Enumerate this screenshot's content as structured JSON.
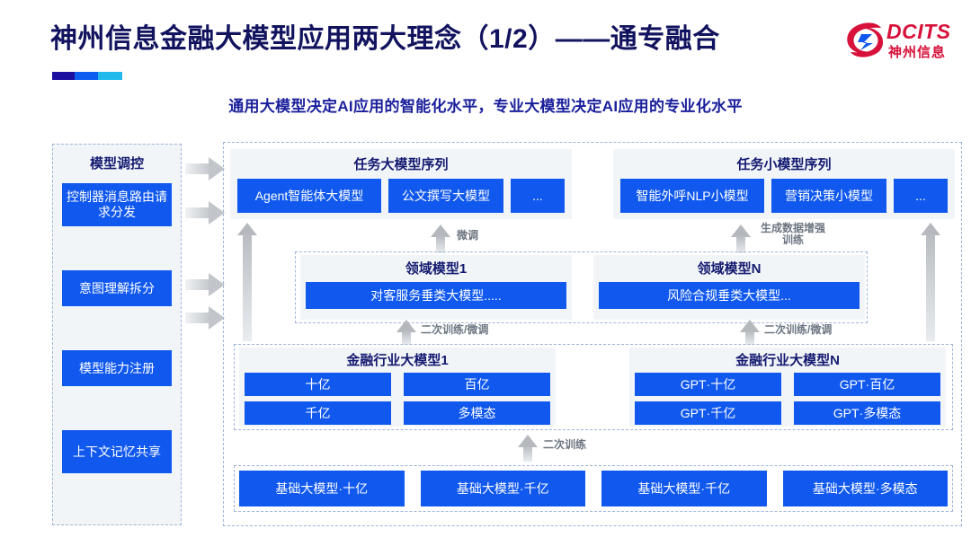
{
  "header": {
    "title": "神州信息金融大模型应用两大理念（1/2）——通专融合",
    "subtitle": "通用大模型决定AI应用的智能化水平，专业大模型决定AI应用的专业化水平",
    "accent_colors": [
      "#1a0f9e",
      "#0d5ef0",
      "#22b9ec"
    ]
  },
  "logo": {
    "en": "DCITS",
    "cn": "神州信息",
    "color": "#d7113a"
  },
  "colors": {
    "box_blue": "#1159ee",
    "title_navy": "#141a70",
    "panel_grey": "#f2f5f8",
    "dashed_border": "#9fb4d8",
    "arrow_grey": "#b5b9be"
  },
  "sidebar": {
    "title": "模型调控",
    "items": [
      {
        "label": "控制器消息路由请求分发"
      },
      {
        "label": "意图理解拆分"
      },
      {
        "label": "模型能力注册"
      },
      {
        "label": "上下文记忆共享"
      }
    ]
  },
  "task_sequences": [
    {
      "title": "任务大模型序列",
      "boxes": [
        "Agent智能体大模型",
        "公文撰写大模型",
        "..."
      ]
    },
    {
      "title": "任务小模型序列",
      "boxes": [
        "智能外呼NLP小模型",
        "营销决策小模型",
        "..."
      ]
    }
  ],
  "domain_models": [
    {
      "title": "领域模型1",
      "box": "对客服务垂类大模型....."
    },
    {
      "title": "领域模型N",
      "box": "风险合规垂类大模型..."
    }
  ],
  "industry_models": [
    {
      "title": "金融行业大模型1",
      "boxes": [
        "十亿",
        "百亿",
        "千亿",
        "多模态"
      ]
    },
    {
      "title": "金融行业大模型N",
      "boxes": [
        "GPT·十亿",
        "GPT·百亿",
        "GPT·千亿",
        "GPT·多模态"
      ]
    }
  ],
  "base_models": [
    "基础大模型·十亿",
    "基础大模型·千亿",
    "基础大模型·千亿",
    "基础大模型·多模态"
  ],
  "arrow_labels": {
    "finetune": "微调",
    "gen_data_aug": "生成数据增强\n训练",
    "retrain_finetune_left": "二次训练/微调",
    "retrain_finetune_right": "二次训练/微调",
    "retrain": "二次训练"
  }
}
